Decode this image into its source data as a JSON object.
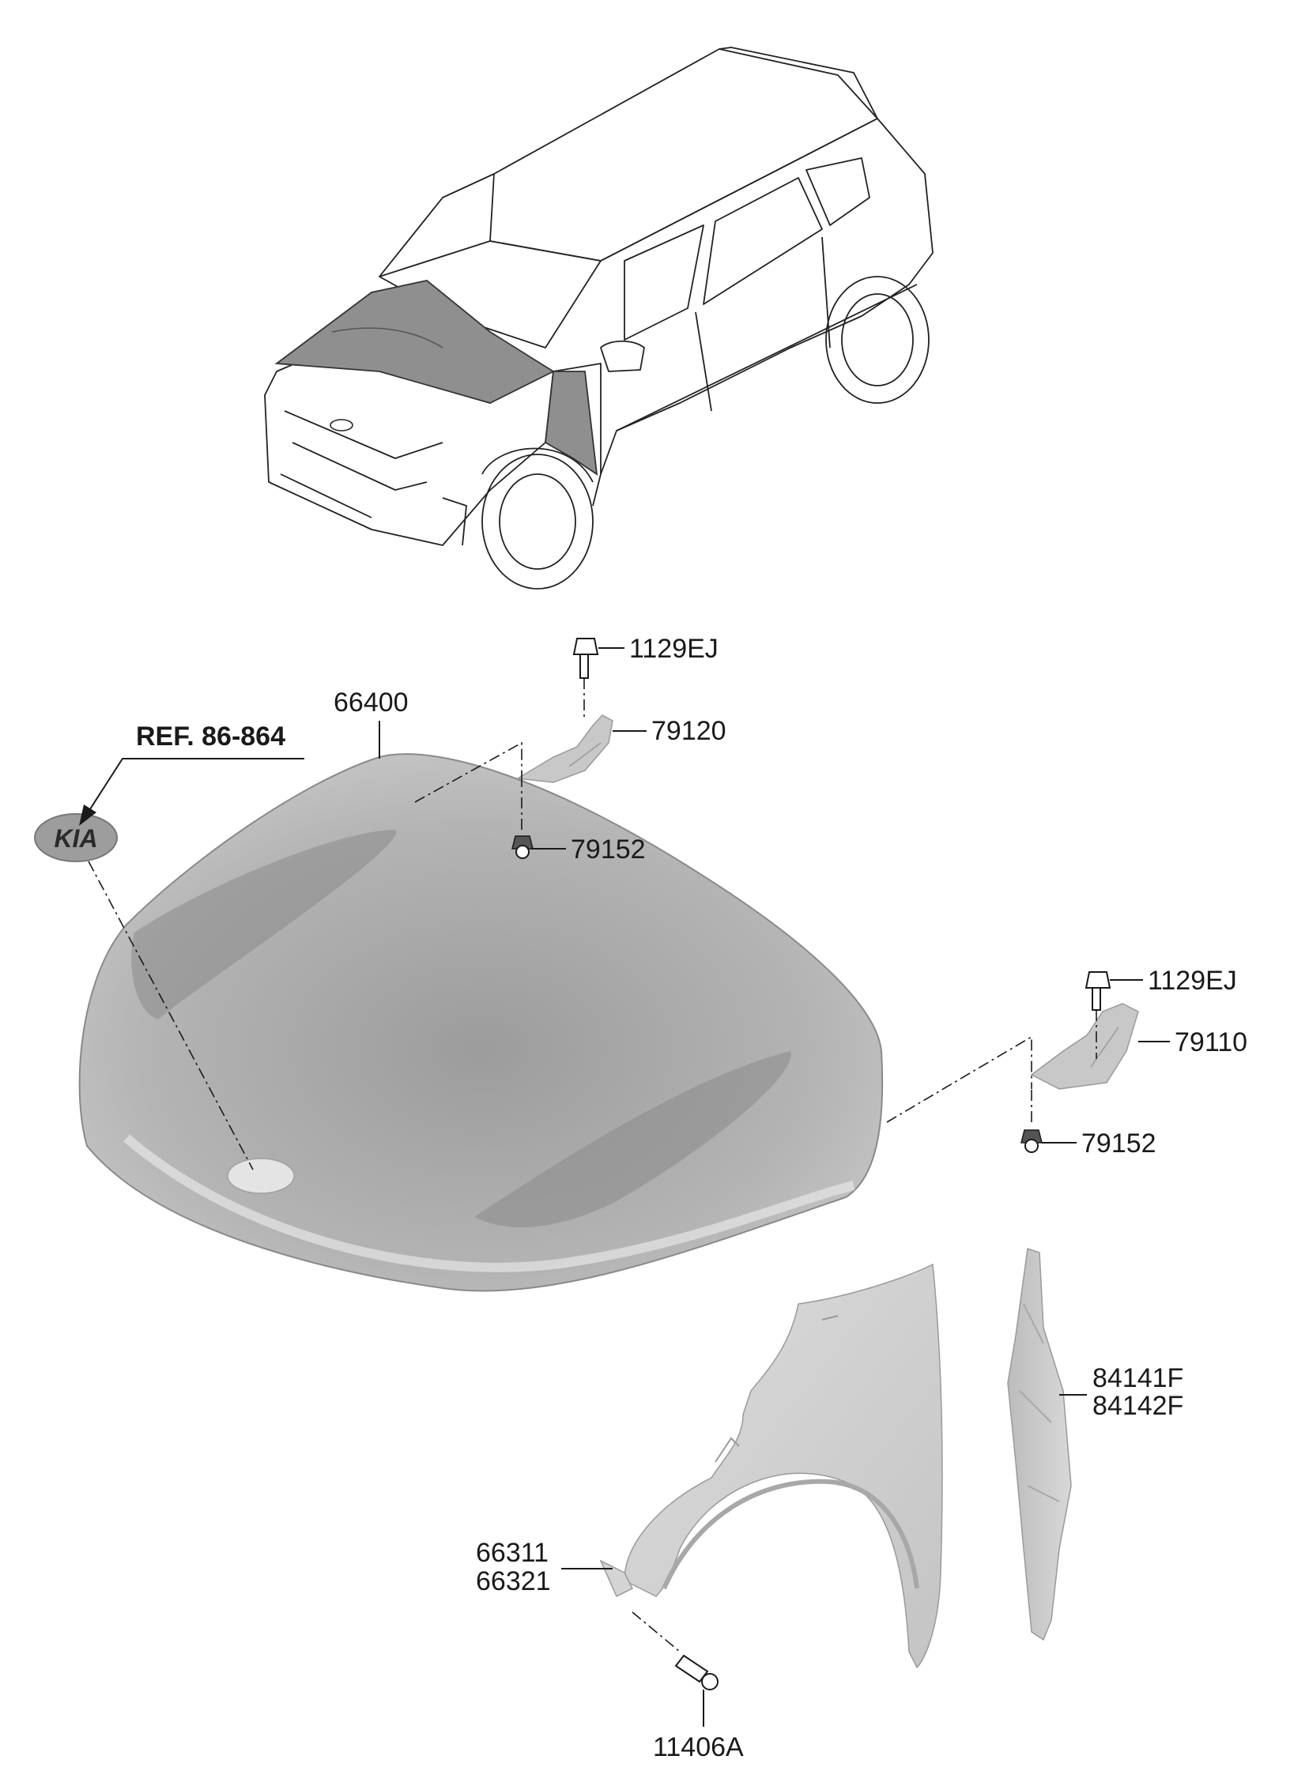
{
  "diagram": {
    "reference": "REF. 86-864",
    "emblem_text": "KIA",
    "labels": {
      "hood": "66400",
      "bolt_upper_left": "1129EJ",
      "hinge_left": "79120",
      "nut_left": "79152",
      "bolt_upper_right": "1129EJ",
      "hinge_right": "79110",
      "nut_right": "79152",
      "fender_insulator_lh": "84141F",
      "fender_insulator_rh": "84142F",
      "fender_lh": "66311",
      "fender_rh": "66321",
      "fender_bolt": "11406A"
    }
  }
}
